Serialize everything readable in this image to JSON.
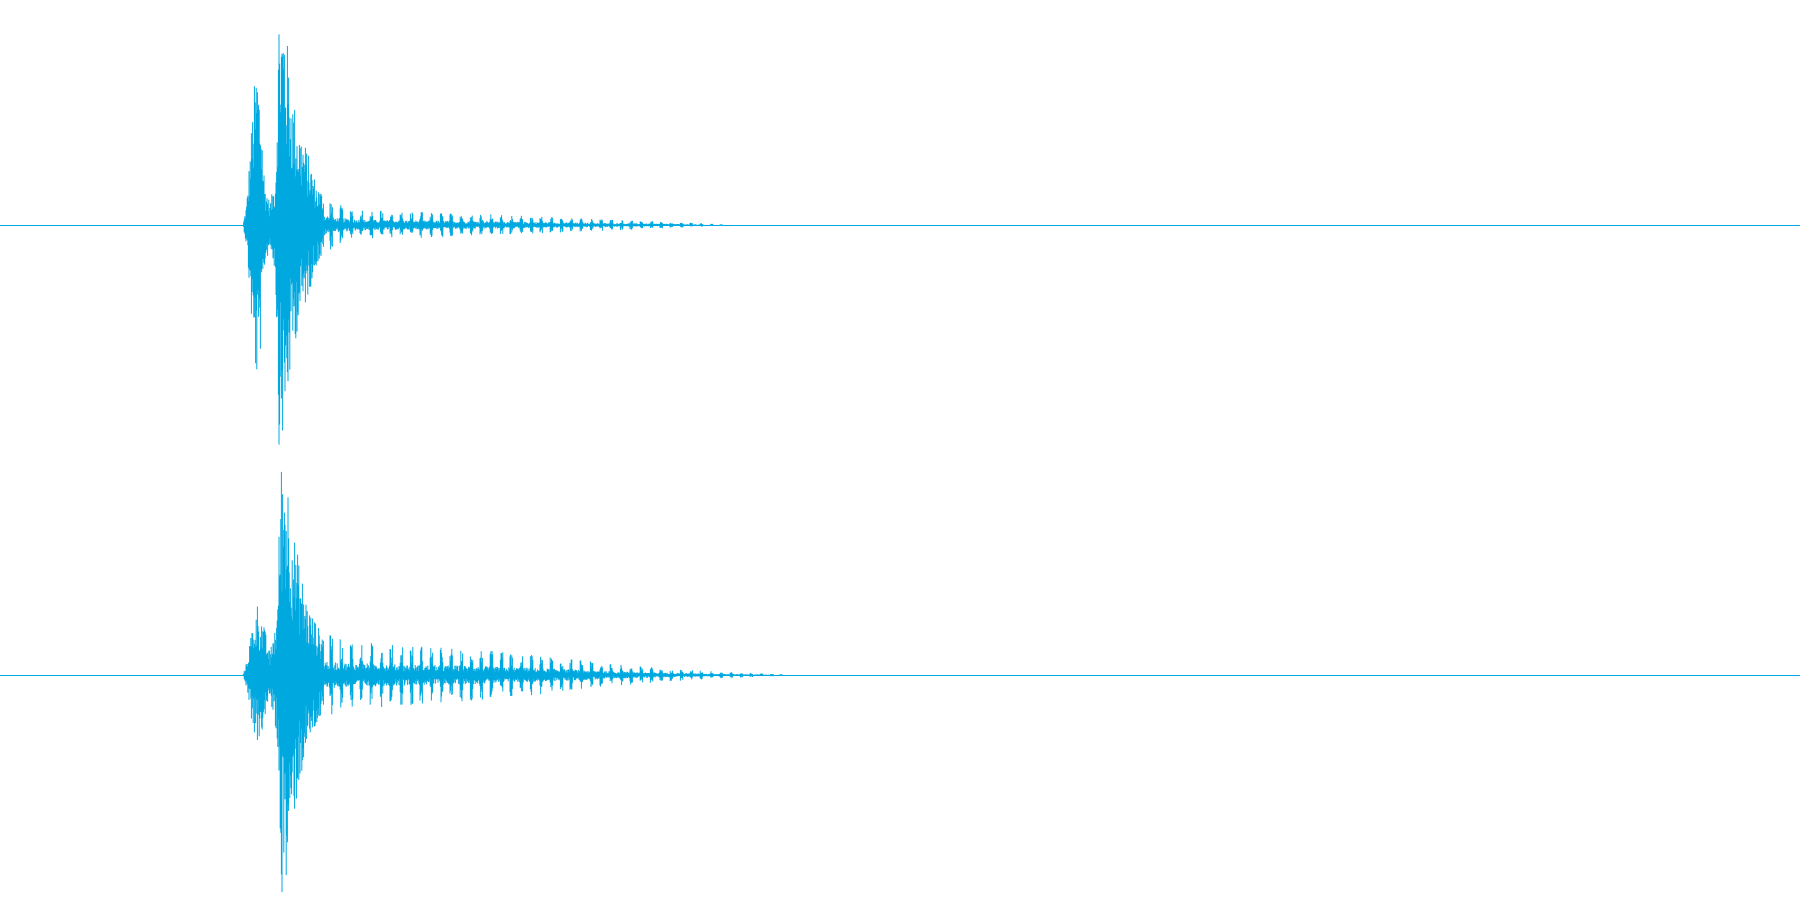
{
  "waveform": {
    "color": "#00a8e0",
    "background": "#ffffff",
    "channel_count": 2,
    "channels": [
      {
        "name": "",
        "envelope": [
          {
            "t": 0.135,
            "peak": 0.0
          },
          {
            "t": 0.137,
            "peak": 0.1
          },
          {
            "t": 0.139,
            "peak": 0.35
          },
          {
            "t": 0.141,
            "peak": 0.62
          },
          {
            "t": 0.143,
            "peak": 0.75
          },
          {
            "t": 0.145,
            "peak": 0.55
          },
          {
            "t": 0.147,
            "peak": 0.2
          },
          {
            "t": 0.15,
            "peak": 0.1
          },
          {
            "t": 0.153,
            "peak": 0.22
          },
          {
            "t": 0.155,
            "peak": 1.0
          },
          {
            "t": 0.158,
            "peak": 0.98
          },
          {
            "t": 0.162,
            "peak": 0.62
          },
          {
            "t": 0.166,
            "peak": 0.45
          },
          {
            "t": 0.17,
            "peak": 0.36
          },
          {
            "t": 0.176,
            "peak": 0.18
          },
          {
            "t": 0.185,
            "peak": 0.1
          },
          {
            "t": 0.2,
            "peak": 0.07
          },
          {
            "t": 0.23,
            "peak": 0.06
          },
          {
            "t": 0.27,
            "peak": 0.05
          },
          {
            "t": 0.31,
            "peak": 0.035
          },
          {
            "t": 0.35,
            "peak": 0.022
          },
          {
            "t": 0.38,
            "peak": 0.012
          },
          {
            "t": 0.4,
            "peak": 0.004
          },
          {
            "t": 0.405,
            "peak": 0.0
          }
        ]
      },
      {
        "name": "",
        "envelope": [
          {
            "t": 0.135,
            "peak": 0.0
          },
          {
            "t": 0.137,
            "peak": 0.06
          },
          {
            "t": 0.14,
            "peak": 0.22
          },
          {
            "t": 0.143,
            "peak": 0.33
          },
          {
            "t": 0.146,
            "peak": 0.25
          },
          {
            "t": 0.15,
            "peak": 0.1
          },
          {
            "t": 0.154,
            "peak": 0.3
          },
          {
            "t": 0.156,
            "peak": 1.0
          },
          {
            "t": 0.159,
            "peak": 0.98
          },
          {
            "t": 0.163,
            "peak": 0.66
          },
          {
            "t": 0.167,
            "peak": 0.48
          },
          {
            "t": 0.171,
            "peak": 0.32
          },
          {
            "t": 0.178,
            "peak": 0.2
          },
          {
            "t": 0.19,
            "peak": 0.16
          },
          {
            "t": 0.22,
            "peak": 0.14
          },
          {
            "t": 0.26,
            "peak": 0.12
          },
          {
            "t": 0.3,
            "peak": 0.09
          },
          {
            "t": 0.34,
            "peak": 0.05
          },
          {
            "t": 0.37,
            "peak": 0.03
          },
          {
            "t": 0.4,
            "peak": 0.015
          },
          {
            "t": 0.43,
            "peak": 0.006
          },
          {
            "t": 0.44,
            "peak": 0.0
          }
        ]
      }
    ]
  }
}
